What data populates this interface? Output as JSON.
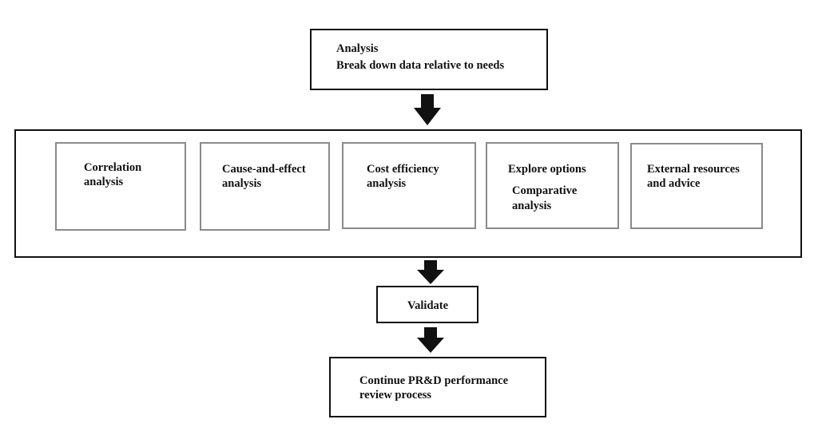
{
  "analysis": {
    "title": "Analysis",
    "subtitle": "Break down data relative to needs"
  },
  "methods": [
    {
      "lines": [
        "Correlation",
        "analysis"
      ]
    },
    {
      "lines": [
        "Cause-and-effect",
        "analysis"
      ]
    },
    {
      "lines": [
        "Cost efficiency",
        "analysis"
      ]
    },
    {
      "lines": [
        "Explore options",
        "Comparative",
        "analysis"
      ]
    },
    {
      "lines": [
        "External resources",
        "and advice"
      ]
    }
  ],
  "validate": {
    "label": "Validate"
  },
  "continue_step": {
    "lines": [
      "Continue PR&D performance",
      "review process"
    ]
  }
}
